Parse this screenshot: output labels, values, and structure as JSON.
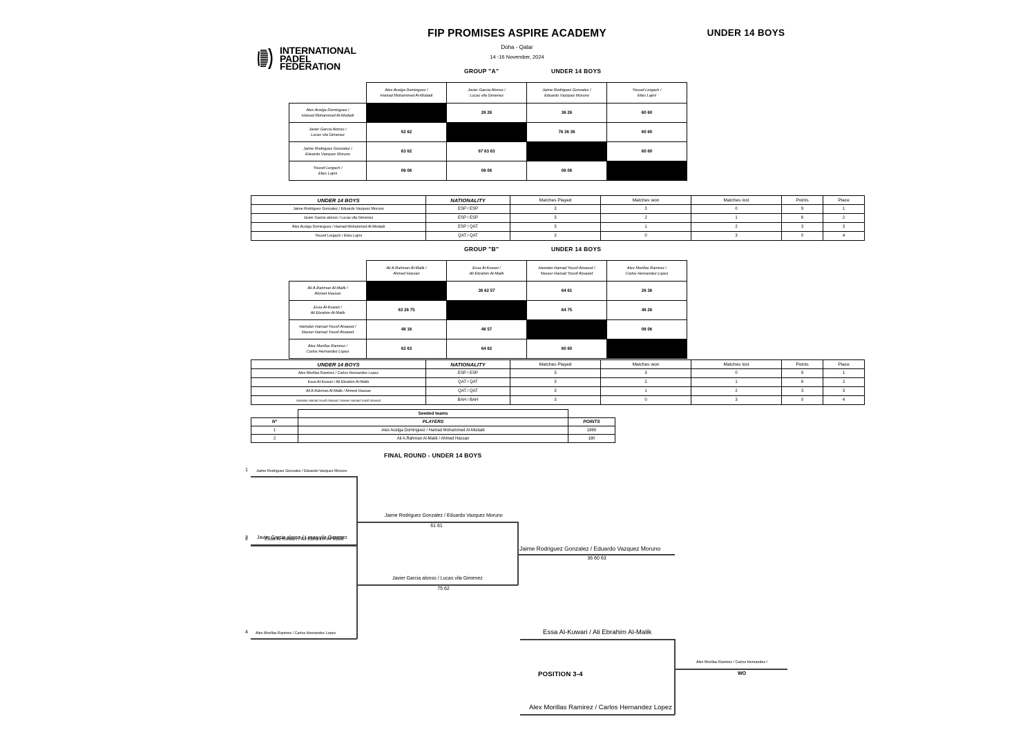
{
  "header": {
    "org_line1": "INTERNATIONAL",
    "org_line2": "PADEL",
    "org_line3": "FEDERATION",
    "title": "FIP PROMISES ASPIRE ACADEMY",
    "location": "Doha - Qatar",
    "dates": "14 -16 November, 2024",
    "category": "UNDER 14 BOYS"
  },
  "group_a": {
    "band_group": "GROUP \"A\"",
    "band_category": "UNDER 14 BOYS",
    "teams": [
      {
        "line1": "Alex Acelga Dominguez /",
        "line2": "Hamad Mohammed Al-Modadi"
      },
      {
        "line1": "Javier Garcia Alonso /",
        "line2": "Lucas vila Gimenez"
      },
      {
        "line1": "Jaime Rodriguez Gonzalez /",
        "line2": "Eduardo Vazquez Moruno"
      },
      {
        "line1": "Yousef Lergach /",
        "line2": "Elies Lajmi"
      }
    ],
    "matrix": [
      [
        "",
        "26 26",
        "36 26",
        "60 60"
      ],
      [
        "62 62",
        "",
        "76 36 36",
        "60 60"
      ],
      [
        "63 62",
        "67 63 63",
        "",
        "60 60"
      ],
      [
        "06 06",
        "06 06",
        "06 06",
        ""
      ]
    ]
  },
  "standings_a": {
    "headers": [
      "UNDER 14 BOYS",
      "NATIONALITY",
      "Matches Played",
      "Matches won",
      "Matches lost",
      "Points",
      "Place"
    ],
    "rows": [
      {
        "team": "Jaime Rodriguez Gonzalez / Eduardo Vazquez Moruno",
        "nat": "ESP / ESP",
        "played": "3",
        "won": "3",
        "lost": "0",
        "points": "9",
        "place": "1"
      },
      {
        "team": "Javier Garcia alonso / Lucas vila Gimenez",
        "nat": "ESP / ESP",
        "played": "3",
        "won": "2",
        "lost": "1",
        "points": "6",
        "place": "2"
      },
      {
        "team": "Alex Acelga Dominguez / Hamad Mohammed Al-Modadi",
        "nat": "ESP / QAT",
        "played": "3",
        "won": "1",
        "lost": "2",
        "points": "3",
        "place": "3"
      },
      {
        "team": "Yousef Lergach / Elies Lajmi",
        "nat": "QAT / QAT",
        "played": "3",
        "won": "0",
        "lost": "3",
        "points": "0",
        "place": "4"
      }
    ]
  },
  "group_b": {
    "band_group": "GROUP \"B\"",
    "band_category": "UNDER 14 BOYS",
    "teams": [
      {
        "line1": "Ali A.Rahman Al-Malik /",
        "line2": "Ahmed Hassan"
      },
      {
        "line1": "Essa Al-Kuwari /",
        "line2": "Ali Ebrahim Al-Malik"
      },
      {
        "line1": "Hamdan Hamad Yousif Alsaood /",
        "line2": "Nasser Hamad Yousif Alsaood"
      },
      {
        "line1": "Alex Morillas Ramirez /",
        "line2": "Carlos Hernandez Lopez"
      }
    ],
    "matrix": [
      [
        "",
        "36 62 57",
        "64 61",
        "26 36"
      ],
      [
        "63 26 75",
        "",
        "64 75",
        "46 26"
      ],
      [
        "46 16",
        "46 57",
        "",
        "06 06"
      ],
      [
        "62 63",
        "64 62",
        "60 60",
        ""
      ]
    ]
  },
  "standings_b": {
    "headers": [
      "UNDER 14 BOYS",
      "NATIONALITY",
      "Matches Played",
      "Matches won",
      "Matches lost",
      "Points",
      "Place"
    ],
    "rows": [
      {
        "team": "Alex Morillas Ramirez / Carlos Hernandez Lopez",
        "nat": "ESP / ESP",
        "played": "3",
        "won": "3",
        "lost": "0",
        "points": "9",
        "place": "1"
      },
      {
        "team": "Essa Al-Kuwari / Ali Ebrahim Al-Malik",
        "nat": "QAT / QAT",
        "played": "3",
        "won": "2",
        "lost": "1",
        "points": "6",
        "place": "2"
      },
      {
        "team": "Ali A.Rahman Al-Malik / Ahmed Hassan",
        "nat": "QAT / QAT",
        "played": "3",
        "won": "1",
        "lost": "2",
        "points": "3",
        "place": "3"
      },
      {
        "team": "Hamdan Hamad Yousif Alsaood / Nasser Hamad Yousif Alsaood",
        "nat": "BAH / BAH",
        "played": "3",
        "won": "0",
        "lost": "3",
        "points": "0",
        "place": "4"
      }
    ]
  },
  "seeded": {
    "label": "Seeded teams",
    "col_n": "N°",
    "col_players": "PLAYERS",
    "col_points": "POINTS",
    "rows": [
      {
        "n": "1",
        "players": "Alex Acelga Dominguez / Hamad Mohammed Al-Modadi",
        "points": "1865"
      },
      {
        "n": "2",
        "players": "Ali A.Rahman Al-Malik / Ahmed Hassan",
        "points": "180"
      }
    ]
  },
  "final_round": {
    "title": "FINAL ROUND - UNDER 14 BOYS",
    "position_label": "POSITION 3-4",
    "entries": [
      {
        "seed": "1",
        "name": "Jaime Rodriguez Gonzalez / Eduardo Vazquez Moruno"
      },
      {
        "seed": "2",
        "name": "Essa Al-Kuwari / Ali Ebrahim Al-Malik"
      },
      {
        "seed": "3",
        "name": "Javier Garcia alonso / Lucas vila Gimenez"
      },
      {
        "seed": "4",
        "name": "Alex Morillas Ramirez / Carlos Hernandez Lopez"
      }
    ],
    "semifinal_1": {
      "winner": "Jaime Rodriguez Gonzalez / Eduardo Vazquez Moruno",
      "score": "61 61"
    },
    "semifinal_2": {
      "winner": "Javier Garcia alonso / Lucas vila Gimenez",
      "score": "75 62"
    },
    "final": {
      "winner": "Jaime Rodriguez Gonzalez / Eduardo Vazquez Moruno",
      "score": "36 60 63"
    },
    "third_place": {
      "top": "Essa Al-Kuwari / Ali Ebrahim Al-Malik",
      "bottom": "Alex Morillas Ramirez / Carlos Hernandez Lopez",
      "winner": "Alex Morillas Ramirez / Carlos Hernandez l",
      "score": "WO"
    }
  }
}
